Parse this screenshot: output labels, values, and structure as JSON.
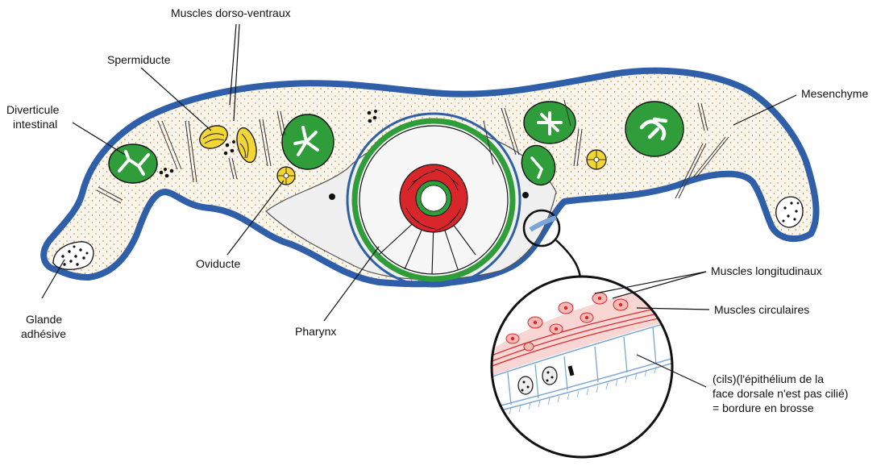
{
  "labels": {
    "muscles_dorso_ventraux": "Muscles dorso-ventraux",
    "spermiducte": "Spermiducte",
    "diverticule_line1": "Diverticule",
    "diverticule_line2": "intestinal",
    "mesenchyme": "Mesenchyme",
    "oviducte": "Oviducte",
    "glande_line1": "Glande",
    "glande_line2": "adhésive",
    "pharynx": "Pharynx",
    "muscles_longitudinaux": "Muscles longitudinaux",
    "muscles_circulaires": "Muscles circulaires",
    "cils_line1": "(cils)(l'épithélium de la",
    "cils_line2": "face dorsale n'est pas cilié)",
    "cils_line3": "= bordure en brosse"
  },
  "colors": {
    "outline_blue": "#2f5fa8",
    "mesenchyme_fill": "#fbf6ec",
    "mesenchyme_dots": "#c98a3c",
    "gut_green": "#2f9e3a",
    "spermiducte_yellow": "#f2d636",
    "pharynx_red": "#d9262a",
    "cavity_grey": "#f0f0f0",
    "muscle_pink": "#f2b9b5",
    "epithelium_blue": "#7aa6d6"
  },
  "icons": {
    "zoom_arrow": "arrow-icon"
  }
}
